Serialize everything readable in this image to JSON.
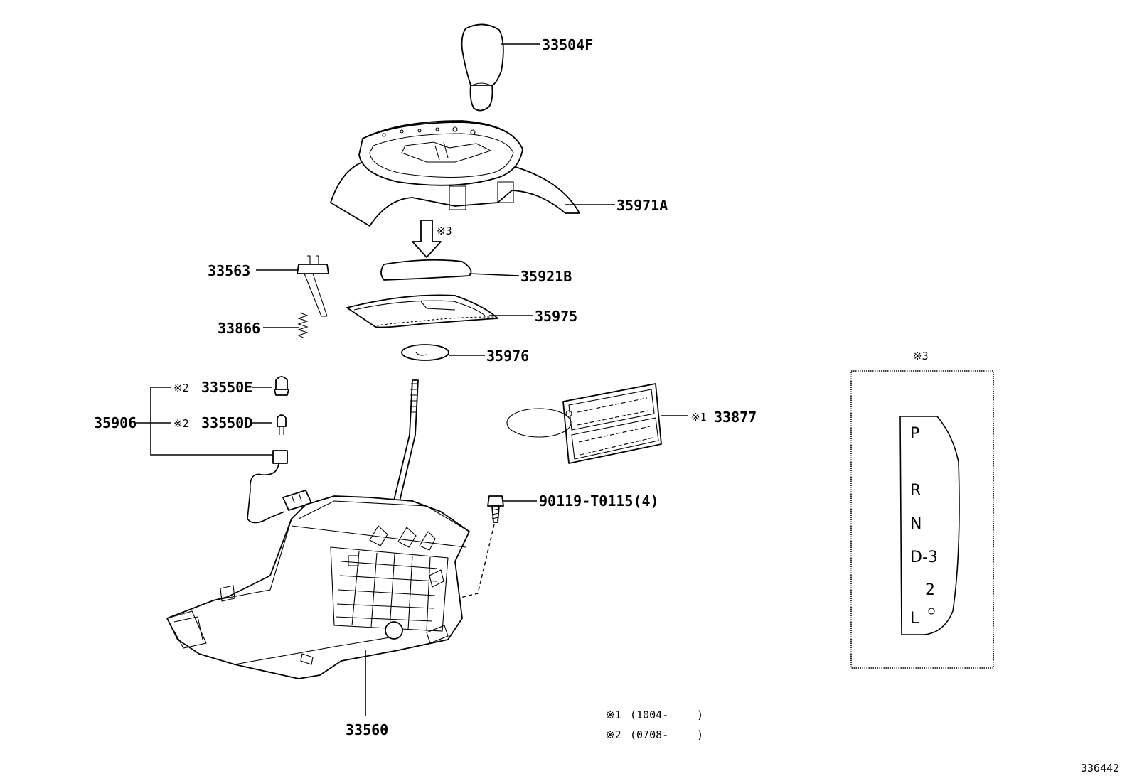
{
  "labels": {
    "shift_knob": "33504F",
    "indicator_housing": "35971A",
    "note3_arrow": "※3",
    "slide_cover": "35921B",
    "dust_cover": "35975",
    "indicator_plate": "35976",
    "lock_pin": "33563",
    "spring": "33866",
    "bulb_e_marker": "※2",
    "bulb_e": "33550E",
    "socket_wire": "35906",
    "bulb_d_marker": "※2",
    "bulb_d": "33550D",
    "label_marker": "※1",
    "label": "33877",
    "bolt": "90119-T0115(4)",
    "shift_lever_assy": "33560"
  },
  "inset": {
    "title": "※3",
    "gears": [
      "P",
      "R",
      "N",
      "D-3",
      "2",
      "L"
    ]
  },
  "notes": [
    {
      "mark": "※1",
      "text": "(1004-",
      "close": ")"
    },
    {
      "mark": "※2",
      "text": "(0708-",
      "close": ")"
    }
  ],
  "diagram_id": "336442"
}
